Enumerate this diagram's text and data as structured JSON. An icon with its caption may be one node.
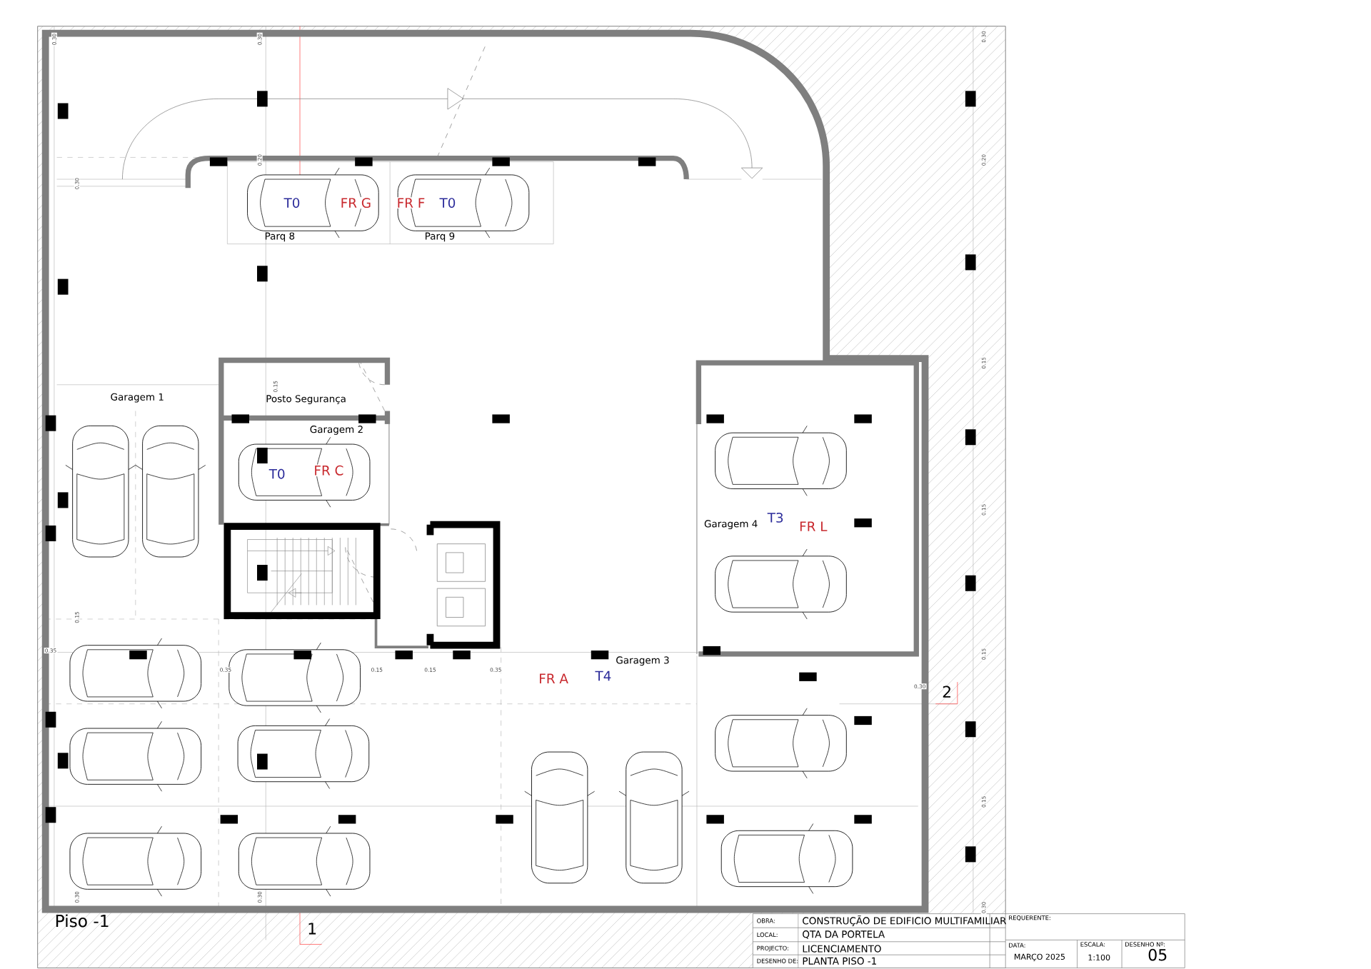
{
  "diagram": {
    "title": "Piso -1",
    "labels": [
      "0.30",
      "0.30",
      "0.30",
      "0.20",
      "0.20",
      "0.30",
      "T0",
      "FR G",
      "FR F",
      "T0",
      "Parq 8",
      "Parq 9",
      "0.15",
      "0.15",
      "Garagem 1",
      "Posto Segurança",
      "Garagem 2",
      "T0",
      "FR C",
      "0.15",
      "T3",
      "Garagem 4",
      "FR L",
      "0.15",
      "0.35",
      "0.15",
      "Garagem 3",
      "0.35",
      "0.15",
      "0.15",
      "0.35",
      "FR A",
      "T4",
      "0.30",
      "2",
      "0.15",
      "0.30",
      "0.30",
      "0.30",
      "1",
      "OBRA:",
      "CONSTRUÇÃO DE EDIFICIO MULTIFAMILIAR",
      "REQUERENTE:",
      "LOCAL:",
      "QTA DA PORTELA",
      "PROJECTO:",
      "LICENCIAMENTO",
      "DATA:",
      "ESCALA:",
      "DESENHO Nº:",
      "DESENHO DE:",
      "PLANTA PISO -1",
      "MARÇO 2025",
      "1:100",
      "05"
    ]
  }
}
